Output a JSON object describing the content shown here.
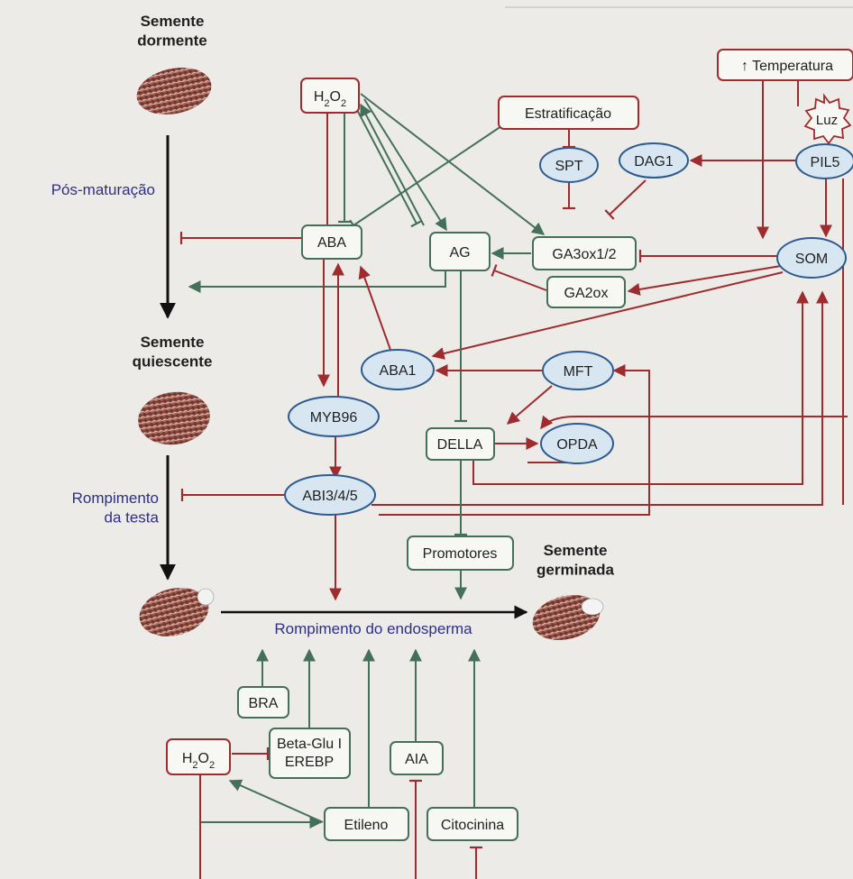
{
  "colors": {
    "red": "#9e2b2e",
    "green": "#44705a",
    "blue_border": "#2c5c8f",
    "blue_fill": "#d8e6f2",
    "box_fill": "#f7f7f4",
    "text": "#1f1f1f",
    "stage_text": "#2f2f86",
    "seed": "#8a4a3c"
  },
  "stages": {
    "dormant": "Semente\ndormente",
    "quiescent": "Semente\nquiescente",
    "germinated": "Semente\ngerminada"
  },
  "processes": {
    "after_ripening": "Pós-maturação",
    "testa_rupture": "Rompimento\nda testa",
    "endosperm_rupture": "Rompimento do endosperma"
  },
  "nodes": {
    "h2o2_top": "H2O2",
    "h2o2_bottom": "H2O2",
    "aba": "ABA",
    "ag": "AG",
    "estratificacao": "Estratificação",
    "temperatura": "↑ Temperatura",
    "luz": "Luz",
    "spt": "SPT",
    "dag1": "DAG1",
    "pil5": "PIL5",
    "ga3ox": "GA3ox1/2",
    "ga2ox": "GA2ox",
    "som": "SOM",
    "aba1": "ABA1",
    "mft": "MFT",
    "myb96": "MYB96",
    "della": "DELLA",
    "opda": "OPDA",
    "abi345": "ABI3/4/5",
    "promotores": "Promotores",
    "bra": "BRA",
    "beta_glu": "Beta-Glu I\nEREBP",
    "aia": "AIA",
    "etileno": "Etileno",
    "citocinina": "Citocinina"
  }
}
